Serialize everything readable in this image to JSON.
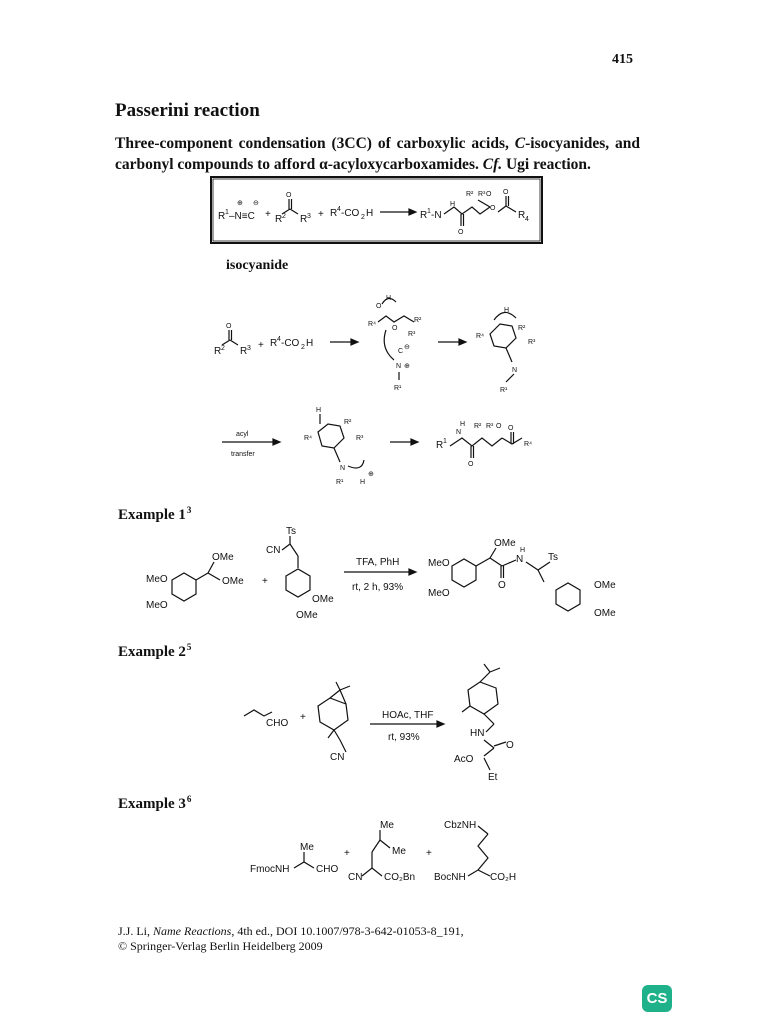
{
  "page": {
    "number": "415",
    "title": "Passerini reaction",
    "intro": {
      "part1": "Three-component condensation (3CC) of carboxylic acids, ",
      "italic1": "C",
      "part2": "-isocyanides, and carbonyl compounds to afford α-acyloxycarboxamides. ",
      "italic2": "Cf.",
      "part3": " Ugi reaction."
    },
    "scheme_caption": "isocyanide",
    "mechanism": {
      "arrow_label_top": "acyl",
      "arrow_label_bottom": "transfer"
    },
    "examples": [
      {
        "label": "Example 1",
        "ref": "3",
        "conditions_top": "TFA, PhH",
        "conditions_bottom": "rt, 2 h, 93%"
      },
      {
        "label": "Example 2",
        "ref": "5",
        "conditions_top": "HOAc, THF",
        "conditions_bottom": "rt, 93%"
      },
      {
        "label": "Example 3",
        "ref": "6"
      }
    ],
    "footer": {
      "line1_pre": "J.J. Li, ",
      "line1_italic": "Name Reactions",
      "line1_post": ", 4th ed., DOI 10.1007/978-3-642-01053-8_191,",
      "line2": "© Springer-Verlag Berlin Heidelberg 2009"
    },
    "badge": "CS"
  }
}
